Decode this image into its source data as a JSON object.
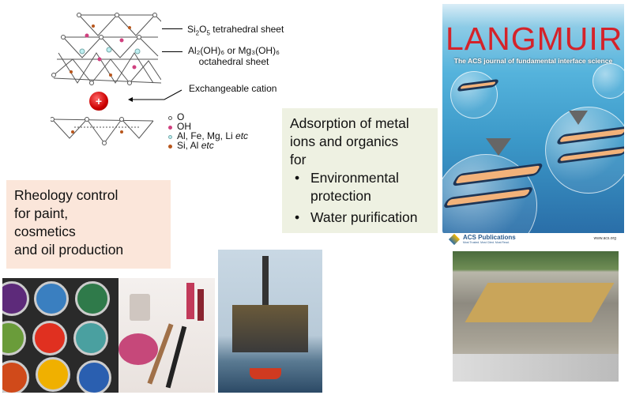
{
  "diagram": {
    "labels": {
      "tetrahedral": [
        "Si",
        "2",
        "O",
        "5",
        " tetrahedral sheet"
      ],
      "octahedral_line1": "Al₂(OH)₆ or Mg₃(OH)₆",
      "octahedral_line2": "octahedral sheet",
      "cation": "Exchangeable cation",
      "cation_symbol": "+"
    },
    "legend": [
      {
        "text": "O",
        "italic": "",
        "color": "#ffffff"
      },
      {
        "text": "OH",
        "italic": "",
        "color": "#d0407f"
      },
      {
        "text": "Al, Fe, Mg, Li ",
        "italic": "etc",
        "color": "#bfeff2"
      },
      {
        "text": "Si, Al ",
        "italic": "etc",
        "color": "#b8561c"
      }
    ]
  },
  "green_box": {
    "line1": "Adsorption of metal",
    "line2": "ions and organics",
    "line3": "for",
    "bullets": [
      [
        "Environmental",
        "protection"
      ],
      [
        "Water purification"
      ]
    ],
    "bullet_char": "•"
  },
  "pink_box": {
    "lines": [
      "Rheology control",
      "for paint,",
      "cosmetics",
      "and oil production"
    ]
  },
  "cover": {
    "title": "LANGMUIR",
    "subtitle": "The ACS journal of fundamental interface science",
    "publisher": "ACS Publications",
    "publisher_tagline": "Most Trusted. Most Cited. Most Read.",
    "url": "www.acs.org",
    "title_color": "#d4232a"
  }
}
